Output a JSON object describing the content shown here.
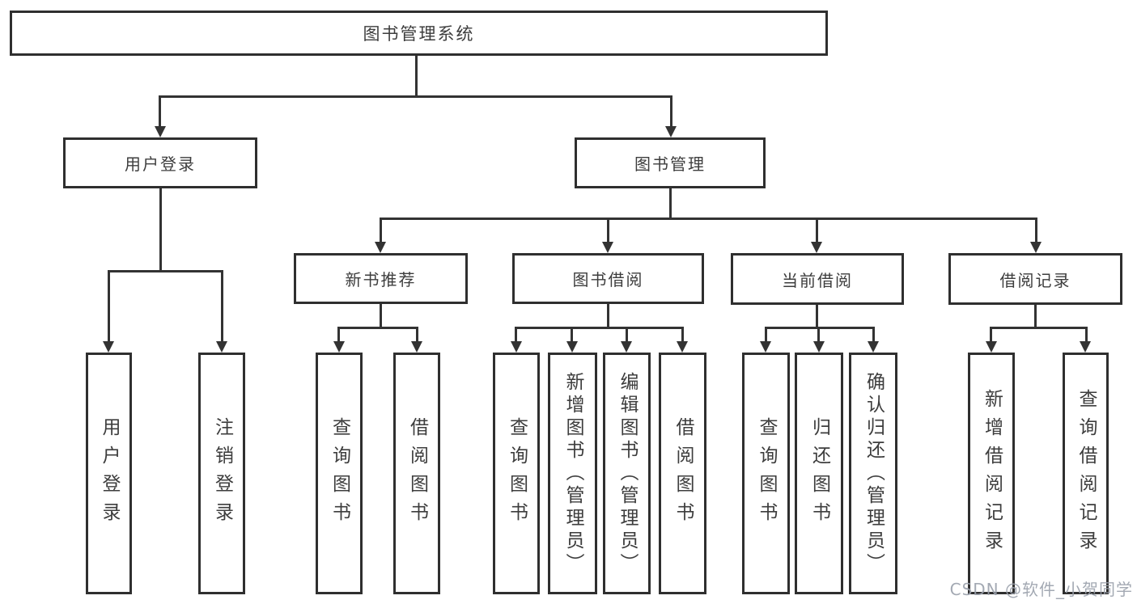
{
  "tree": {
    "root": "图书管理系统",
    "children": [
      {
        "label": "用户登录",
        "children": [
          "用户登录",
          "注销登录"
        ]
      },
      {
        "label": "图书管理",
        "children": [
          {
            "label": "新书推荐",
            "children": [
              "查询图书",
              "借阅图书"
            ]
          },
          {
            "label": "图书借阅",
            "children": [
              "查询图书",
              "新增图书（管理员）",
              "编辑图书（管理员）",
              "借阅图书"
            ]
          },
          {
            "label": "当前借阅",
            "children": [
              "查询图书",
              "归还图书",
              "确认归还（管理员）"
            ]
          },
          {
            "label": "借阅记录",
            "children": [
              "新增借阅记录",
              "查询借阅记录"
            ]
          }
        ]
      }
    ]
  },
  "watermark": "CSDN @软件_小贺同学",
  "colors": {
    "line": "#333333",
    "border": "#2f2f2f",
    "text": "#3d3d3d",
    "watermark": "#9aa0ab",
    "background": "#ffffff"
  }
}
